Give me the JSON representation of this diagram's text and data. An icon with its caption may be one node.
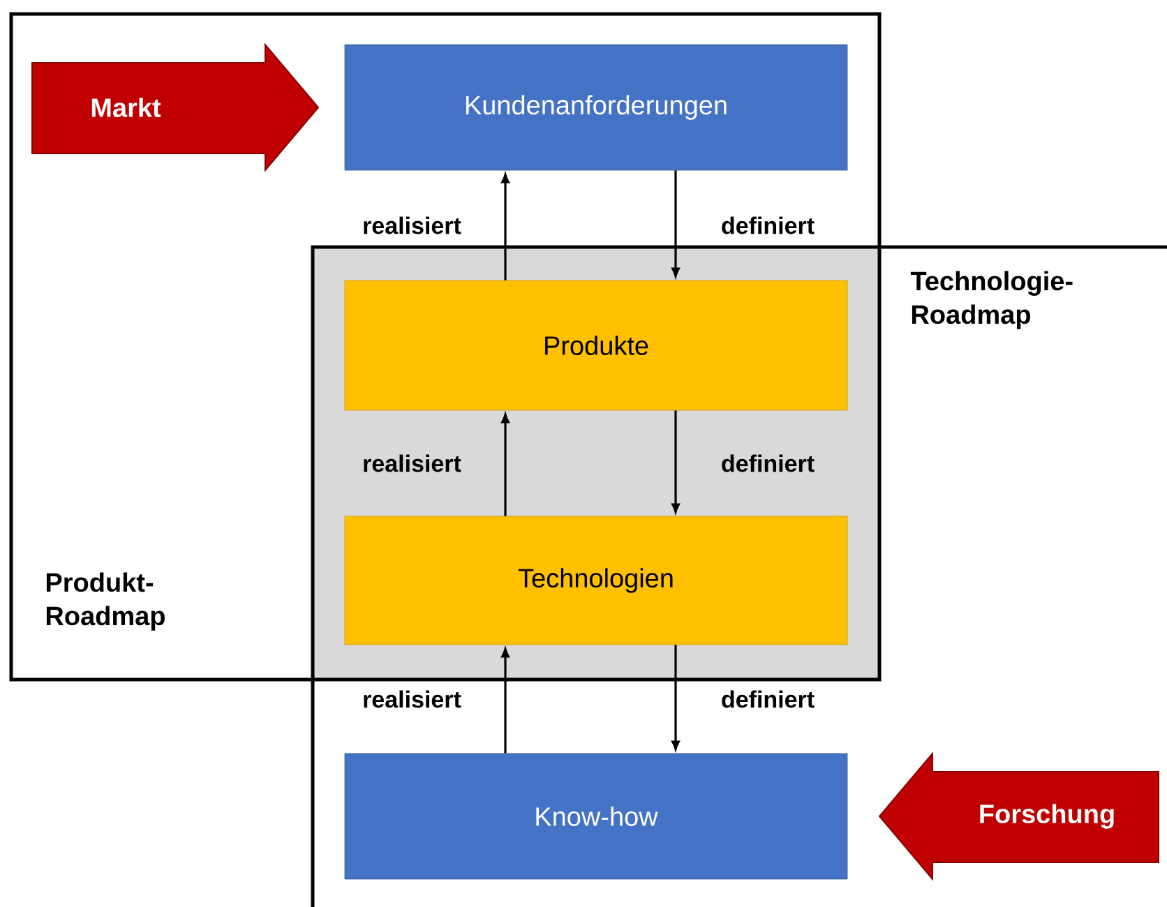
{
  "diagram": {
    "nodes": [
      {
        "text": [
          "Produkt-Roadmap"
        ]
      },
      {
        "text": [
          "Technologie-Roadmap"
        ]
      },
      {
        "text": [
          "Markt"
        ],
        "in": 0
      },
      {
        "text": [
          "Kundenanforderungen"
        ],
        "in": 0
      },
      {
        "text": [
          "Produkte"
        ]
      },
      {
        "text": [
          "Technologien"
        ]
      },
      {
        "text": [
          "Know-how"
        ],
        "in": 1
      },
      {
        "text": [
          "Forschung"
        ],
        "in": 1
      }
    ],
    "edges": [
      {
        "from": 4,
        "to": 3,
        "arrow": "to",
        "label": "realisiert"
      },
      {
        "from": 3,
        "to": 4,
        "arrow": "to",
        "label": "definiert"
      },
      {
        "from": 5,
        "to": 4,
        "arrow": "to",
        "label": "realisiert"
      },
      {
        "from": 4,
        "to": 5,
        "arrow": "to",
        "label": "definiert"
      },
      {
        "from": 6,
        "to": 5,
        "arrow": "to",
        "label": "realisiert"
      },
      {
        "from": 5,
        "to": 6,
        "arrow": "to",
        "label": "definiert"
      }
    ]
  }
}
